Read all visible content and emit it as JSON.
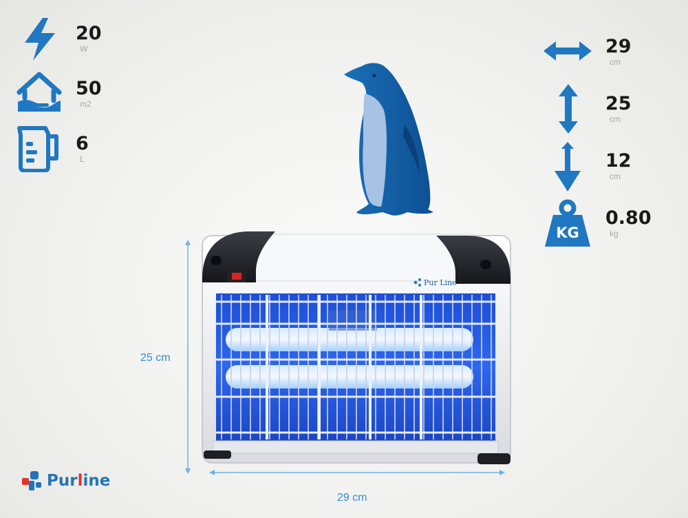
{
  "specs_left": [
    {
      "value": "20",
      "unit": "W",
      "icon": "power-bolt-icon"
    },
    {
      "value": "50",
      "unit": "m2",
      "icon": "house-area-icon"
    },
    {
      "value": "6",
      "unit": "L",
      "icon": "jug-capacity-icon"
    }
  ],
  "specs_right": [
    {
      "value": "29",
      "unit": "cm",
      "icon": "width-arrow-icon"
    },
    {
      "value": "25",
      "unit": "cm",
      "icon": "height-arrow-icon"
    },
    {
      "value": "12",
      "unit": "cm",
      "icon": "depth-arrow-icon"
    },
    {
      "value": "0.80",
      "unit": "kg",
      "icon": "weight-kg-icon",
      "icon_text": "KG"
    }
  ],
  "dimensions": {
    "height_label": "25 cm",
    "width_label": "29 cm"
  },
  "product": {
    "brand_badge": "Pur Line"
  },
  "brand": {
    "name_prefix": "Pur",
    "name_highlight": "l",
    "name_suffix": "ine"
  },
  "colors": {
    "accent_blue": "#1f78c1",
    "dimension_blue": "#2e8fd0",
    "brand_red": "#e0332a"
  }
}
